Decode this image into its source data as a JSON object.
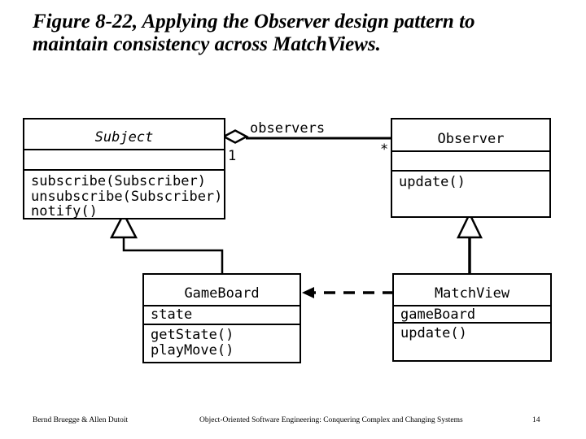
{
  "slide": {
    "title_line1": "Figure 8-22, Applying the Observer design pattern to",
    "title_line2": "maintain consistency across MatchViews."
  },
  "diagram": {
    "classes": {
      "subject": {
        "name": "Subject",
        "attributes": [],
        "operations": [
          "subscribe(Subscriber)",
          "unsubscribe(Subscriber)",
          "notify()"
        ]
      },
      "observer": {
        "name": "Observer",
        "attributes": [],
        "operations": [
          "update()"
        ]
      },
      "gameboard": {
        "name": "GameBoard",
        "attributes": [
          "state"
        ],
        "operations": [
          "getState()",
          "playMove()"
        ]
      },
      "matchview": {
        "name": "MatchView",
        "attributes": [
          "gameBoard"
        ],
        "operations": [
          "update()"
        ]
      }
    },
    "association": {
      "label": "observers",
      "subject_multiplicity": "1",
      "observer_multiplicity": "*"
    },
    "relationships": [
      "Subject (1) aggregates observers (*) Observer",
      "GameBoard inherits Subject",
      "MatchView inherits Observer",
      "MatchView depends on GameBoard (dashed arrow)"
    ]
  },
  "footer": {
    "authors": "Bernd Bruegge & Allen Dutoit",
    "book_title": "Object-Oriented Software Engineering: Conquering Complex and Changing Systems",
    "page_number": "14"
  },
  "colors": {
    "background": "#ffffff",
    "line": "#000000",
    "text": "#000000"
  }
}
